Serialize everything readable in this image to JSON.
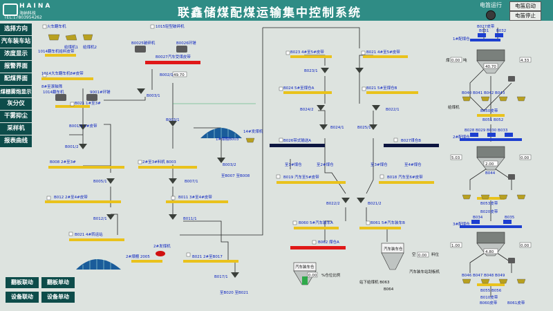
{
  "header": {
    "title": "联鑫储煤配煤运输集中控制系统",
    "logo_text": "HAINA",
    "logo_sub": "海纳科技",
    "logo_tel": "TEL:17803954262",
    "elec_run": "电笛运行",
    "btn_start": "电笛启动",
    "btn_stop": "电笛停止"
  },
  "sidebar": {
    "items": [
      "选择方向",
      "汽车装车站",
      "浓度显示",
      "报警界面",
      "配煤界面",
      "煤棚雾炮显示",
      "灰分仪",
      "干雾抑尘",
      "采样机",
      "报表曲线"
    ]
  },
  "bottom": {
    "b1": "翻板联动",
    "b2": "翻板单动",
    "b3": "设备联动",
    "b4": "设备单动"
  },
  "colors": {
    "header": "#2f8c85",
    "sidebar": "#0d4c4a",
    "conveyor_yellow": "#e9c21c",
    "conveyor_red": "#e01818",
    "conveyor_navy": "#0d1640",
    "bin_blue": "#1d3fd0"
  },
  "labels": {
    "l1": "火车翻车机",
    "l2": "给煤机1",
    "l3": "给煤机2",
    "l4": "1014翻车机给料皮带",
    "l5": "1014大车翻车机8#皮带",
    "l6": "B001/1 1#皮带",
    "l7": "8#至滚轴筛",
    "l8": "1014翻车机",
    "l9": "B021 1#至3#",
    "l10": "9001#环锤",
    "l11": "1015轻型破碎机",
    "l12": "B0025破碎机",
    "l13": "B0026环锤",
    "l14": "B0027汽车受煤皮带",
    "l15": "B002/1",
    "l16": "B003/1",
    "l17": "B003/1",
    "l18": "B001/2",
    "l19": "B008 2#至3#",
    "l20": "1#煤棚B003",
    "l21": "14#发煤机",
    "l22": "2#至3#料机 B003",
    "l23": "B003/2",
    "l24": "B005/1",
    "l25": "B007/1",
    "l26": "至B007 至B008",
    "l27": "B012 2#至4#皮带",
    "l28": "B011 3#至4#皮带",
    "l29": "B012/1",
    "l30": "B011/1",
    "l31": "B021 4#转运站",
    "l32": "2#发煤机",
    "l33": "2#煤棚 2005",
    "l34": "B021 2#至B017",
    "l35": "B017/1",
    "l36": "至B020 至B021",
    "l37": "B023 4#至5#皮带",
    "l38": "B021 4#至5#皮带",
    "l39": "B023/1",
    "l40": "B024 5#至煤仓A",
    "l41": "B021 5#至煤仓B",
    "l42": "B024/2",
    "l43": "B022/1",
    "l44": "B024/1",
    "l45": "B025/1",
    "l46": "B026带式输送A",
    "l47": "B027煤仓B",
    "l48": "至1#煤仓",
    "l49": "至2#煤仓",
    "l50": "至3#煤仓",
    "l51": "至4#煤仓",
    "l52": "B019 汽车至5#皮带",
    "l53": "B018 汽车至6#皮带",
    "l54": "B022/2",
    "l55": "B021/2",
    "l56": "B060 5#汽车装车A",
    "l57": "B061 5#汽车装车B",
    "l58": "B062 煤仓A",
    "l59": "汽车装车仓",
    "l60": "%仓位比例",
    "l61": "汽车装车仓",
    "l62": "空",
    "l63": "料位",
    "l64": "汽车装车站刮板机",
    "l65": "站下给煤机 B063",
    "l66": "B064",
    "l67": "B027皮带",
    "l68": "1#配煤仓",
    "l69": "煤",
    "l70": "吨",
    "l71": "B031",
    "l72": "B032",
    "l73": "B040 B041 B042 B043",
    "l74": "给煤机",
    "l75": "B050皮带",
    "l76": "B051 B052",
    "l77": "B028 B029 B030 B033",
    "l78": "2#配煤仓",
    "l79": "B044",
    "l80": "B053皮带",
    "l81": "B020皮带",
    "l82": "3#配煤仓",
    "l83": "B046 B047 B048 B049",
    "l84": "B055 B056",
    "l85": "B010皮带",
    "l86": "B034",
    "l87": "B035",
    "l88": "B060皮带",
    "l89": "B061皮带"
  },
  "readouts": {
    "r1": "0.00",
    "r2": "4.33",
    "r3": "40.70",
    "r4": "5.03",
    "r5": "0.00",
    "r6": "1.00",
    "r7": "0.00",
    "r8": "0.00",
    "r9": "2.00",
    "r10": "4.80",
    "r11": "0.00",
    "r12": "49.70"
  }
}
